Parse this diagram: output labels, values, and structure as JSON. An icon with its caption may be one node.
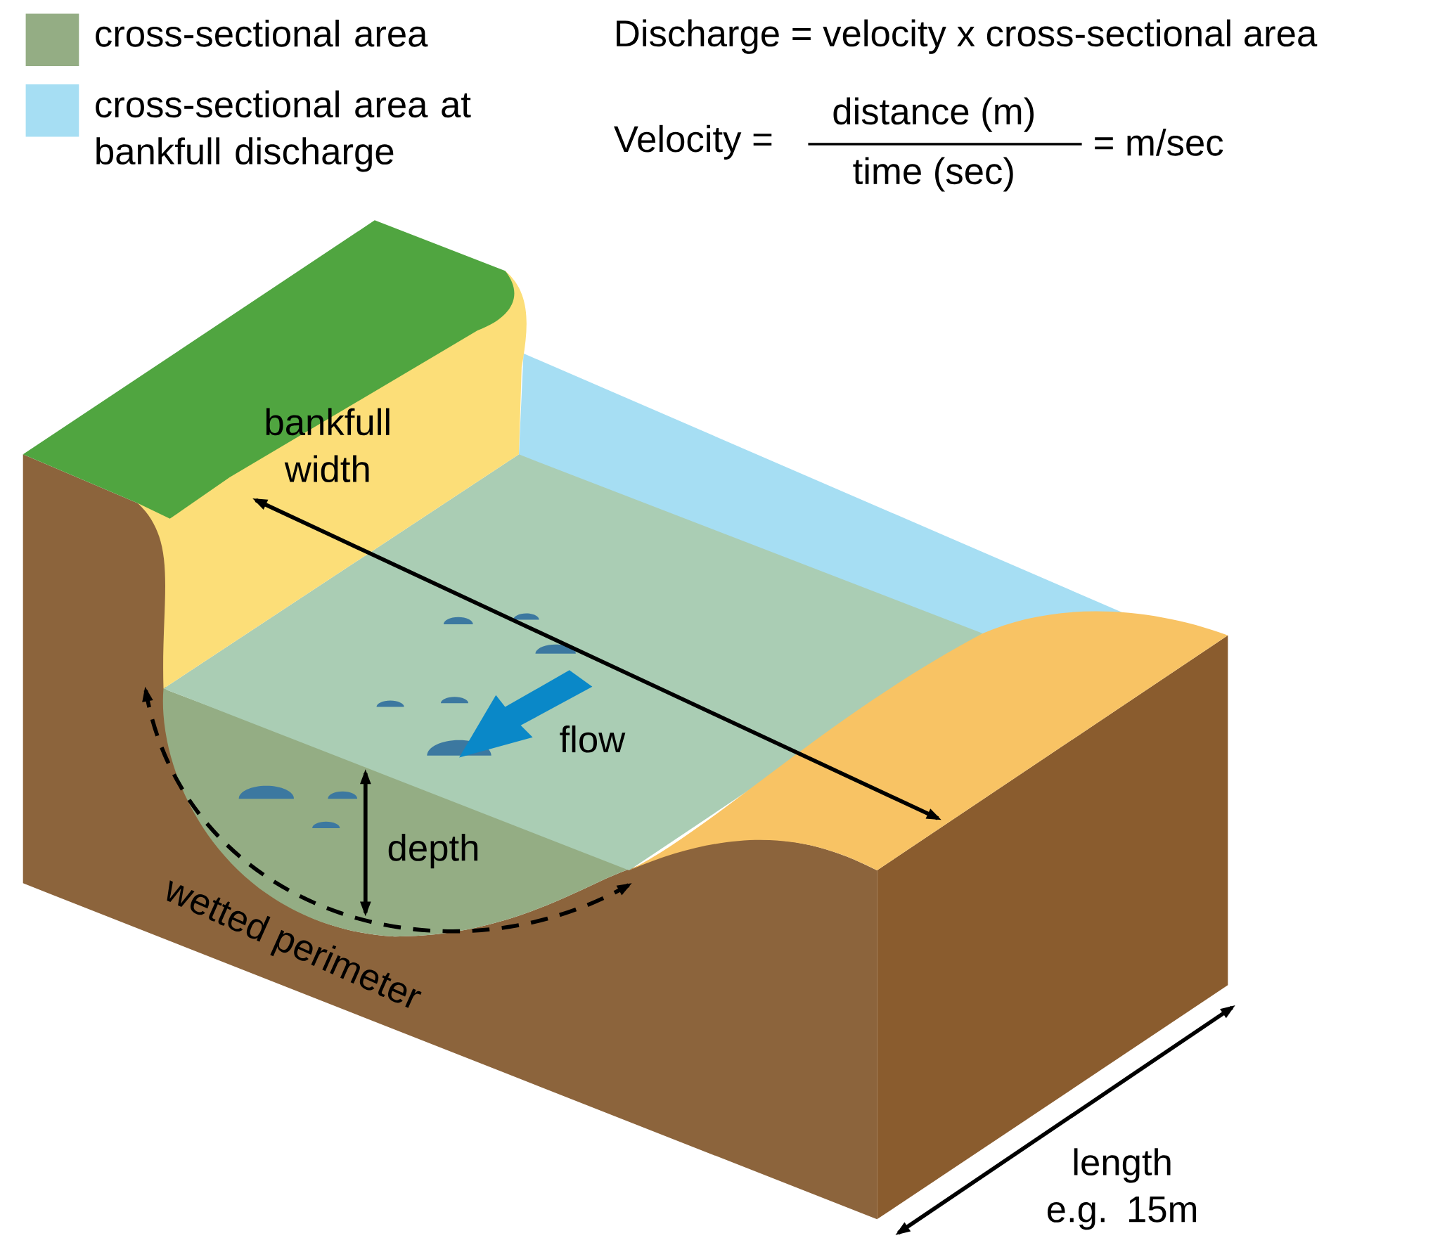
{
  "diagram": {
    "labels": [
      "Discharge = velocity x cross-sectional area",
      "Velocity =",
      "distance (m)",
      "time (sec)",
      "= m/sec",
      "bankfull width",
      "flow",
      "depth",
      "wetted perimeter",
      "length e.g. 15m"
    ],
    "legend": [
      {
        "text": "cross-sectional area",
        "color": "#94ad84"
      },
      {
        "text": "cross-sectional area at bankfull discharge",
        "color": "#a6def3"
      }
    ]
  }
}
